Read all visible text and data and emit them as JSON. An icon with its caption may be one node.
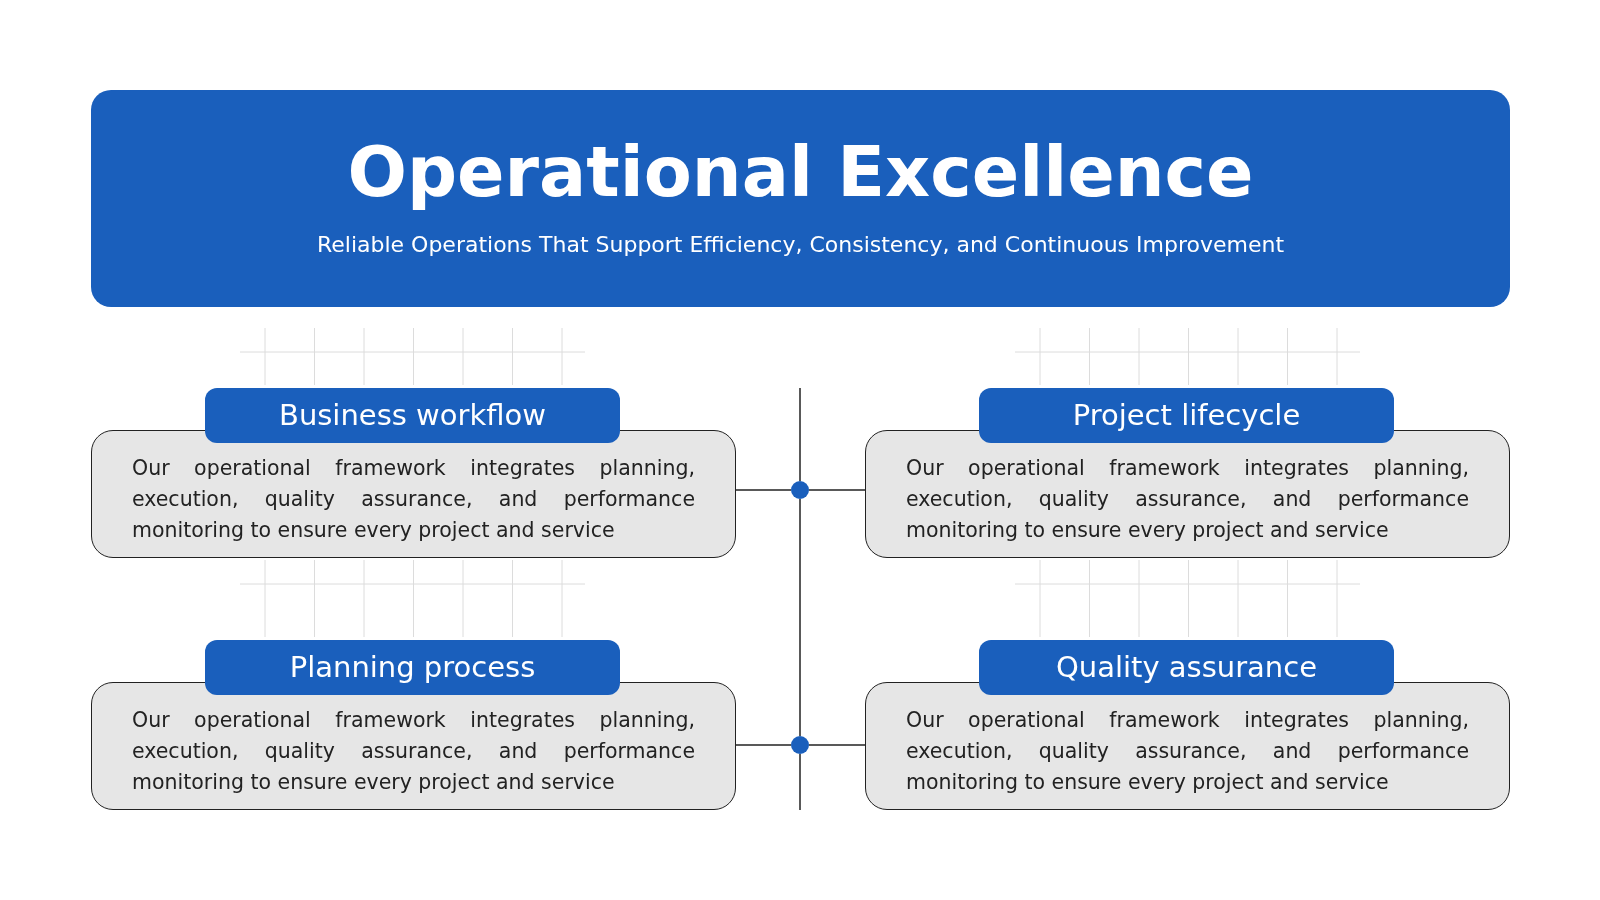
{
  "diagram": {
    "title": "Operational Excellence",
    "nodes": [
      {
        "text": [
          "Business workflow",
          "Our operational framework integrates planning, execution, quality assurance, and performance monitoring to ensure every project and service"
        ]
      },
      {
        "text": [
          "Project lifecycle",
          "Our operational framework integrates planning, execution, quality assurance, and performance monitoring to ensure every project and service"
        ]
      },
      {
        "text": [
          "Planning process",
          "Our operational framework integrates planning, execution, quality assurance, and performance monitoring to ensure every project and service"
        ]
      },
      {
        "text": [
          "Quality assurance",
          "Our operational framework integrates planning, execution, quality assurance, and performance monitoring to ensure every project and service"
        ]
      },
      {
        "text": [],
        "shape": "circle"
      },
      {
        "text": [],
        "shape": "circle"
      }
    ],
    "edges": [
      {
        "from": 0,
        "to": 4,
        "arrow": "none"
      },
      {
        "from": 4,
        "to": 1,
        "arrow": "none"
      },
      {
        "from": 2,
        "to": 5,
        "arrow": "none"
      },
      {
        "from": 5,
        "to": 3,
        "arrow": "none"
      },
      {
        "from": 4,
        "to": 5,
        "arrow": "none"
      }
    ],
    "labels": [
      "Reliable Operations That Support Efficiency, Consistency, and Continuous Improvement"
    ]
  }
}
